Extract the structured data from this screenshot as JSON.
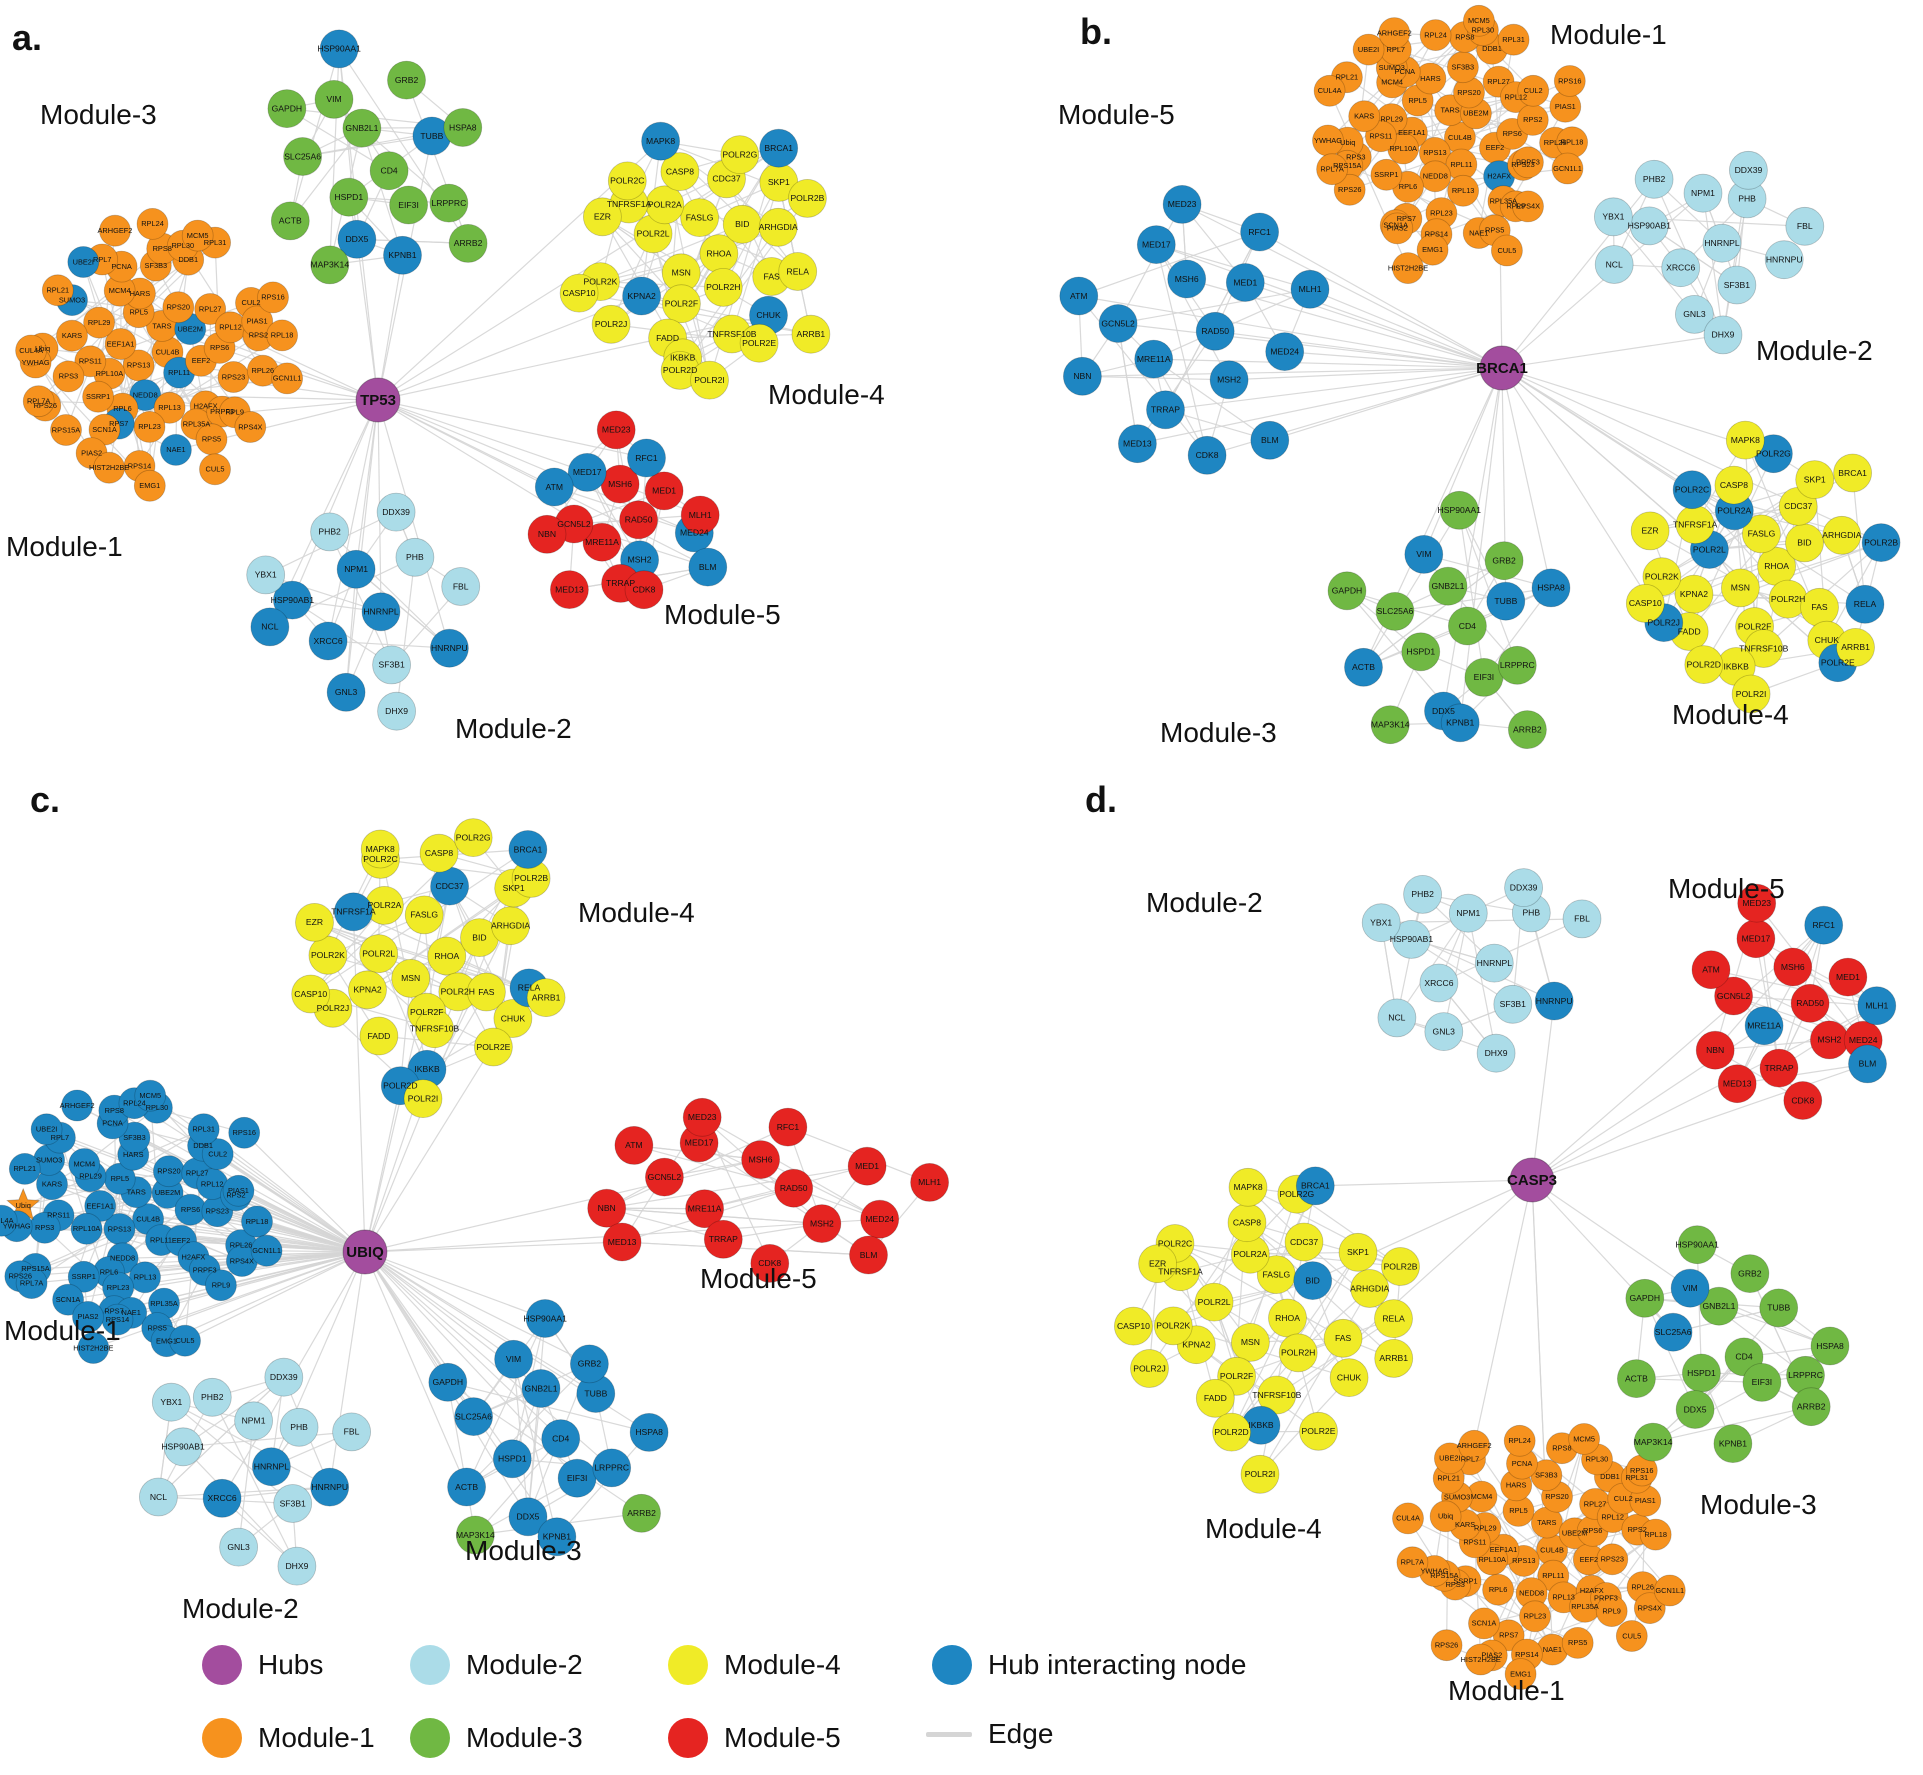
{
  "colors": {
    "hub": "#a34d9e",
    "module1": "#f6921e",
    "module2": "#abdce8",
    "module3": "#70b843",
    "module4": "#f0eb27",
    "module5": "#e52421",
    "hub_node": "#1e86c2",
    "edge": "#d5d5d5"
  },
  "gene_sets": {
    "module1": [
      "CUL4B",
      "RPS13",
      "TARS",
      "RPL11",
      "EEF1A1",
      "UBE2M",
      "NEDD8",
      "RPL5",
      "EEF2",
      "RPL10A",
      "RPS20",
      "RPL13",
      "RPL29",
      "RPS6",
      "RPL6",
      "HARS",
      "H2AFX",
      "RPS11",
      "RPL27",
      "RPL23",
      "MCM4",
      "RPS23",
      "SSRP1",
      "SF3B3",
      "RPL35A",
      "KARS",
      "RPL12",
      "RPS7",
      "PCNA",
      "PRPF3",
      "RPS3",
      "DDB1",
      "NAE1",
      "SUMO3",
      "RPS2",
      "SCN1A",
      "RPS8",
      "RPL9",
      "Ubiq",
      "CUL2",
      "RPS14",
      "RPL7",
      "RPL26",
      "RPS15A",
      "RPL30",
      "RPS5",
      "RPL21",
      "PIAS1",
      "PIAS2",
      "RPL24",
      "RPS4X",
      "YWHAG",
      "RPL31",
      "EMG1",
      "UBE2I",
      "RPL18",
      "RPS26",
      "MCM5",
      "CUL5",
      "CUL4A",
      "RPS16",
      "HIST2H2BE",
      "ARHGEF2",
      "GCN1L1",
      "RPL7A"
    ],
    "module2": [
      "HNRNPL",
      "XRCC6",
      "NPM1",
      "SF3B1",
      "HSP90AB1",
      "PHB",
      "GNL3",
      "PHB2",
      "HNRNPU",
      "NCL",
      "DDX39",
      "DHX9",
      "YBX1",
      "FBL"
    ],
    "module3": [
      "CD4",
      "HSPD1",
      "GNB2L1",
      "EIF3I",
      "SLC25A6",
      "TUBB",
      "DDX5",
      "VIM",
      "LRPPRC",
      "ACTB",
      "GRB2",
      "KPNB1",
      "GAPDH",
      "HSPA8",
      "MAP3K14",
      "HSP90AA1",
      "ARRB2"
    ],
    "module4": [
      "RHOA",
      "MSN",
      "FASLG",
      "POLR2H",
      "POLR2L",
      "BID",
      "POLR2F",
      "POLR2A",
      "FAS",
      "KPNA2",
      "CDC37",
      "TNFRSF10B",
      "TNFRSF1A",
      "ARHGDIA",
      "FADD",
      "CASP8",
      "CHUK",
      "POLR2K",
      "SKP1",
      "IKBKB",
      "POLR2C",
      "RELA",
      "POLR2J",
      "POLR2G",
      "POLR2E",
      "EZR",
      "POLR2B",
      "POLR2D",
      "MAPK8",
      "ARRB1",
      "CASP10",
      "BRCA1",
      "POLR2I"
    ],
    "module5": [
      "RAD50",
      "MRE11A",
      "MSH6",
      "MSH2",
      "GCN5L2",
      "MED1",
      "TRRAP",
      "MED17",
      "MED24",
      "NBN",
      "RFC1",
      "CDK8",
      "ATM",
      "MLH1",
      "MED13",
      "MED23",
      "BLM"
    ]
  },
  "panels": [
    {
      "id": "a",
      "letter": "a.",
      "hub_label": "TP53",
      "modules": [
        {
          "name": "Module-1",
          "set": "module1",
          "hub_nodes": [
            "RPL11",
            "UBE2M",
            "NEDD8",
            "NAE1",
            "SUMO3",
            "UBE2I",
            "RPS7"
          ]
        },
        {
          "name": "Module-2",
          "set": "module2",
          "hub_nodes": [
            "HNRNPL",
            "XRCC6",
            "NPM1",
            "GNL3",
            "NCL",
            "HNRNPU",
            "HSP90AB1"
          ]
        },
        {
          "name": "Module-3",
          "set": "module3",
          "hub_nodes": [
            "TUBB",
            "DDX5",
            "HSP90AA1",
            "KPNB1"
          ]
        },
        {
          "name": "Module-4",
          "set": "module4",
          "hub_nodes": [
            "KPNA2",
            "CHUK",
            "MAPK8",
            "BRCA1"
          ]
        },
        {
          "name": "Module-5",
          "set": "module5",
          "hub_nodes": [
            "MSH2",
            "MED17",
            "MED24",
            "BLM",
            "ATM",
            "RFC1"
          ]
        }
      ]
    },
    {
      "id": "b",
      "letter": "b.",
      "hub_label": "BRCA1",
      "modules": [
        {
          "name": "Module-1",
          "set": "module1",
          "hub_nodes": [
            "H2AFX"
          ]
        },
        {
          "name": "Module-2",
          "set": "module2",
          "hub_nodes": []
        },
        {
          "name": "Module-3",
          "set": "module3",
          "hub_nodes": [
            "TUBB",
            "HSPA8",
            "ACTB",
            "KPNB1",
            "VIM",
            "DDX5"
          ]
        },
        {
          "name": "Module-4",
          "set": "module4",
          "hub_nodes": [
            "POLR2A",
            "POLR2C",
            "POLR2L",
            "POLR2B",
            "RELA",
            "POLR2E",
            "POLR2G",
            "POLR2J"
          ]
        },
        {
          "name": "Module-5",
          "set": "module5",
          "all_hub": true,
          "hub_nodes": []
        }
      ]
    },
    {
      "id": "c",
      "letter": "c.",
      "hub_label": "UBIQ",
      "modules": [
        {
          "name": "Module-1",
          "set": "module1",
          "all_hub": true,
          "hub_nodes": [],
          "special_node": {
            "label": "Ubiq",
            "shape": "star",
            "color_key": "module1"
          }
        },
        {
          "name": "Module-2",
          "set": "module2",
          "hub_nodes": [
            "HNRNPL",
            "HNRNPU",
            "XRCC6"
          ]
        },
        {
          "name": "Module-3",
          "set": "module3",
          "hub_nodes": [
            "CD4",
            "HSPD1",
            "GNB2L1",
            "EIF3I",
            "SLC25A6",
            "TUBB",
            "DDX5",
            "VIM",
            "LRPPRC",
            "ACTB",
            "GRB2",
            "KPNB1",
            "GAPDH",
            "HSPA8",
            "HSP90AA1"
          ]
        },
        {
          "name": "Module-4",
          "set": "module4",
          "hub_nodes": [
            "BRCA1",
            "IKBKB",
            "RELA",
            "CDC37",
            "TNFRSF1A",
            "POLR2D"
          ]
        },
        {
          "name": "Module-5",
          "set": "module5",
          "hub_nodes": []
        }
      ]
    },
    {
      "id": "d",
      "letter": "d.",
      "hub_label": "CASP3",
      "modules": [
        {
          "name": "Module-1",
          "set": "module1",
          "hub_nodes": []
        },
        {
          "name": "Module-2",
          "set": "module2",
          "hub_nodes": [
            "HNRNPU"
          ]
        },
        {
          "name": "Module-3",
          "set": "module3",
          "hub_nodes": [
            "VIM",
            "SLC25A6"
          ]
        },
        {
          "name": "Module-4",
          "set": "module4",
          "hub_nodes": [
            "BRCA1",
            "BID",
            "IKBKB"
          ]
        },
        {
          "name": "Module-5",
          "set": "module5",
          "hub_nodes": [
            "BLM",
            "RFC1",
            "MLH1",
            "MRE11A"
          ]
        }
      ]
    }
  ],
  "legend": {
    "items": [
      {
        "label": "Hubs",
        "swatch": "hub",
        "shape": "circle"
      },
      {
        "label": "Module-2",
        "swatch": "module2",
        "shape": "circle"
      },
      {
        "label": "Module-4",
        "swatch": "module4",
        "shape": "circle"
      },
      {
        "label": "Hub interacting node",
        "swatch": "hub_node",
        "shape": "circle"
      },
      {
        "label": "Module-1",
        "swatch": "module1",
        "shape": "circle"
      },
      {
        "label": "Module-3",
        "swatch": "module3",
        "shape": "circle"
      },
      {
        "label": "Module-5",
        "swatch": "module5",
        "shape": "circle"
      },
      {
        "label": "Edge",
        "swatch": "edge",
        "shape": "line"
      }
    ]
  }
}
